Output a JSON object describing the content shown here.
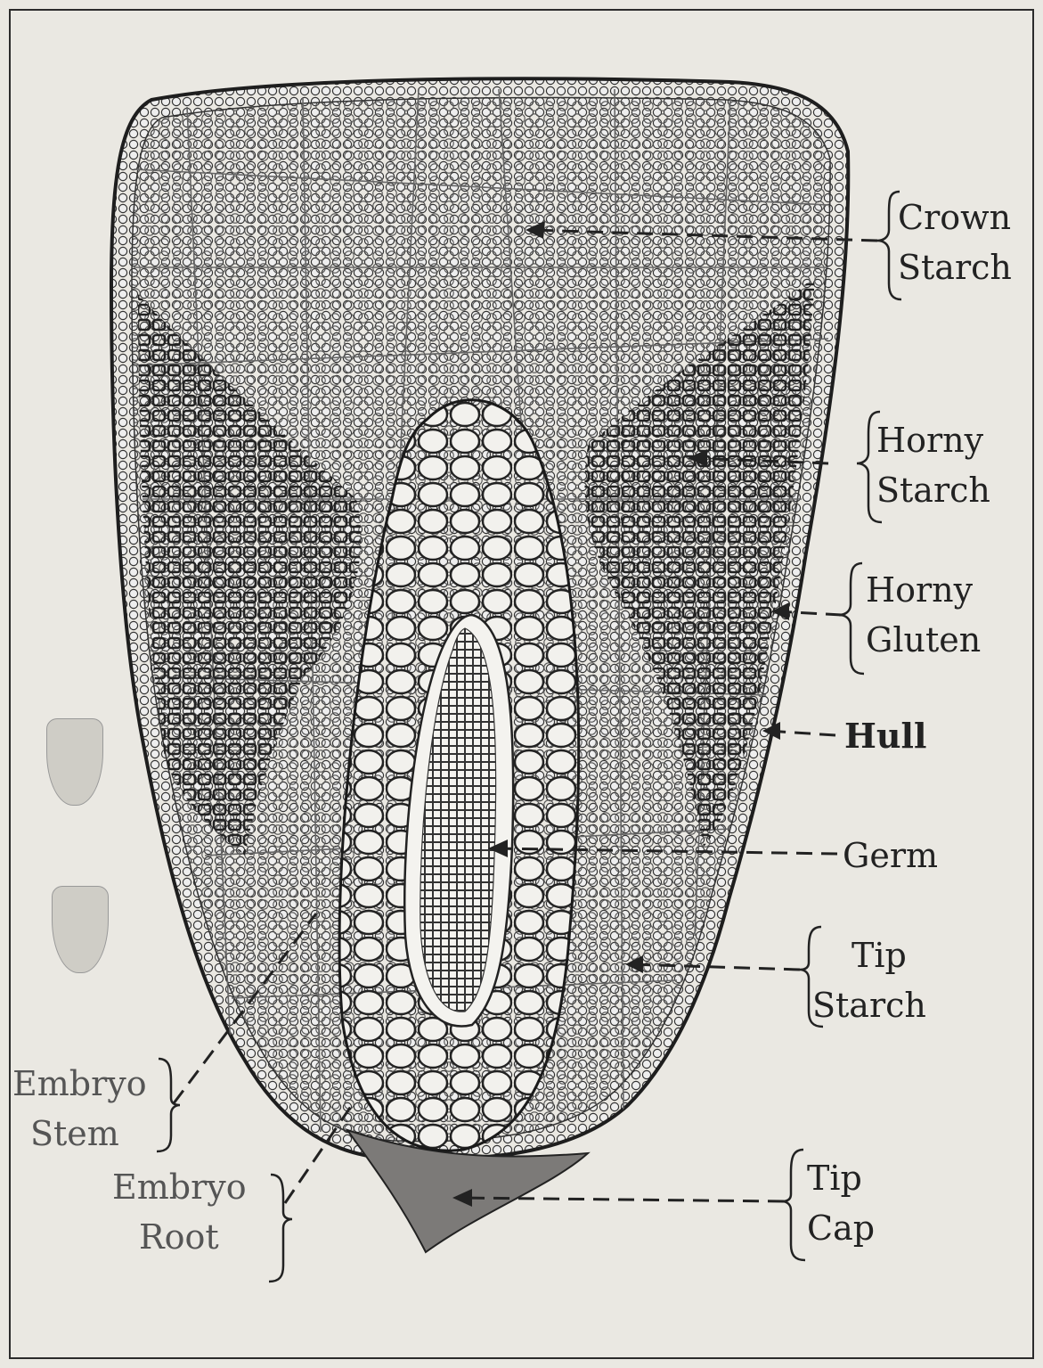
{
  "labels": {
    "crown_1": "Crown",
    "crown_2": "Starch",
    "horny_starch_1": "Horny",
    "horny_starch_2": "Starch",
    "horny_gluten_1": "Horny",
    "horny_gluten_2": "Gluten",
    "hull": "Hull",
    "germ": "Germ",
    "tip_starch_1": "Tip",
    "tip_starch_2": "Starch",
    "tip_cap_1": "Tip",
    "tip_cap_2": "Cap",
    "embryo_stem_1": "Embryo",
    "embryo_stem_2": "Stem",
    "embryo_root_1": "Embryo",
    "embryo_root_2": "Root"
  },
  "colors": {
    "paper": "#eae8e2",
    "ink": "#2b2b2b",
    "tip_cap": "#7c7a78"
  }
}
